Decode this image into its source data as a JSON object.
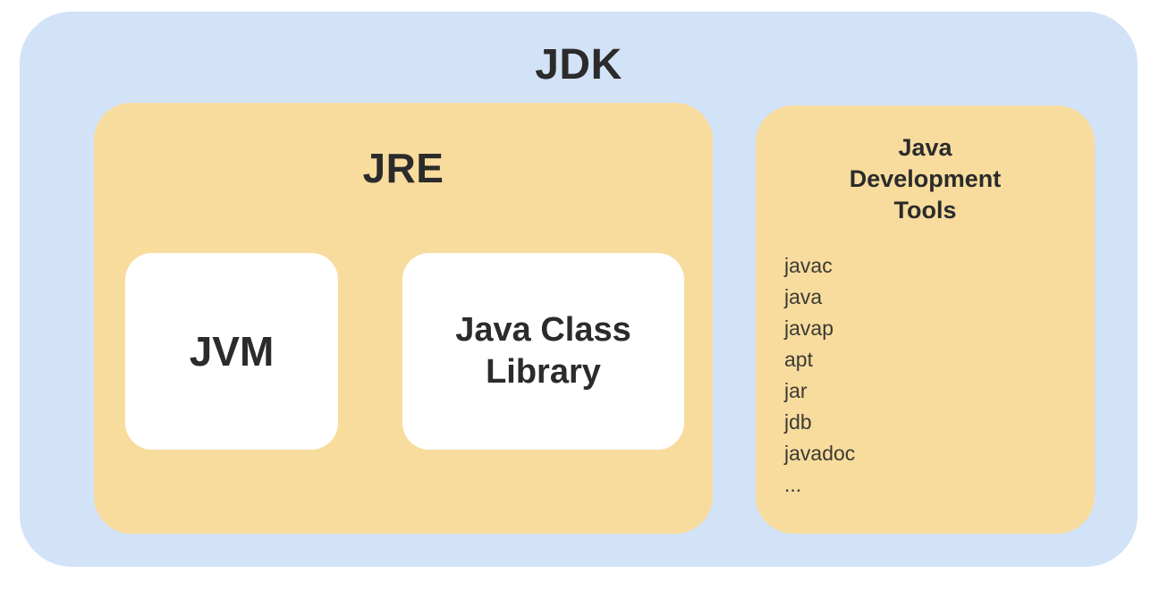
{
  "colors": {
    "page-bg": "#ffffff",
    "outer-bg": "#d2e2f7",
    "panel-bg": "#f8dc9e",
    "box-bg": "#ffffff",
    "heading-text": "#2b2b2b",
    "list-text": "#3c3a33"
  },
  "jdk": {
    "title": "JDK",
    "jre": {
      "title": "JRE",
      "boxes": [
        {
          "label": "JVM"
        },
        {
          "label": "Java Class Library"
        }
      ]
    },
    "tools": {
      "title": "Java Development Tools",
      "items": [
        "javac",
        "java",
        "javap",
        "apt",
        "jar",
        "jdb",
        "javadoc",
        "..."
      ]
    }
  }
}
